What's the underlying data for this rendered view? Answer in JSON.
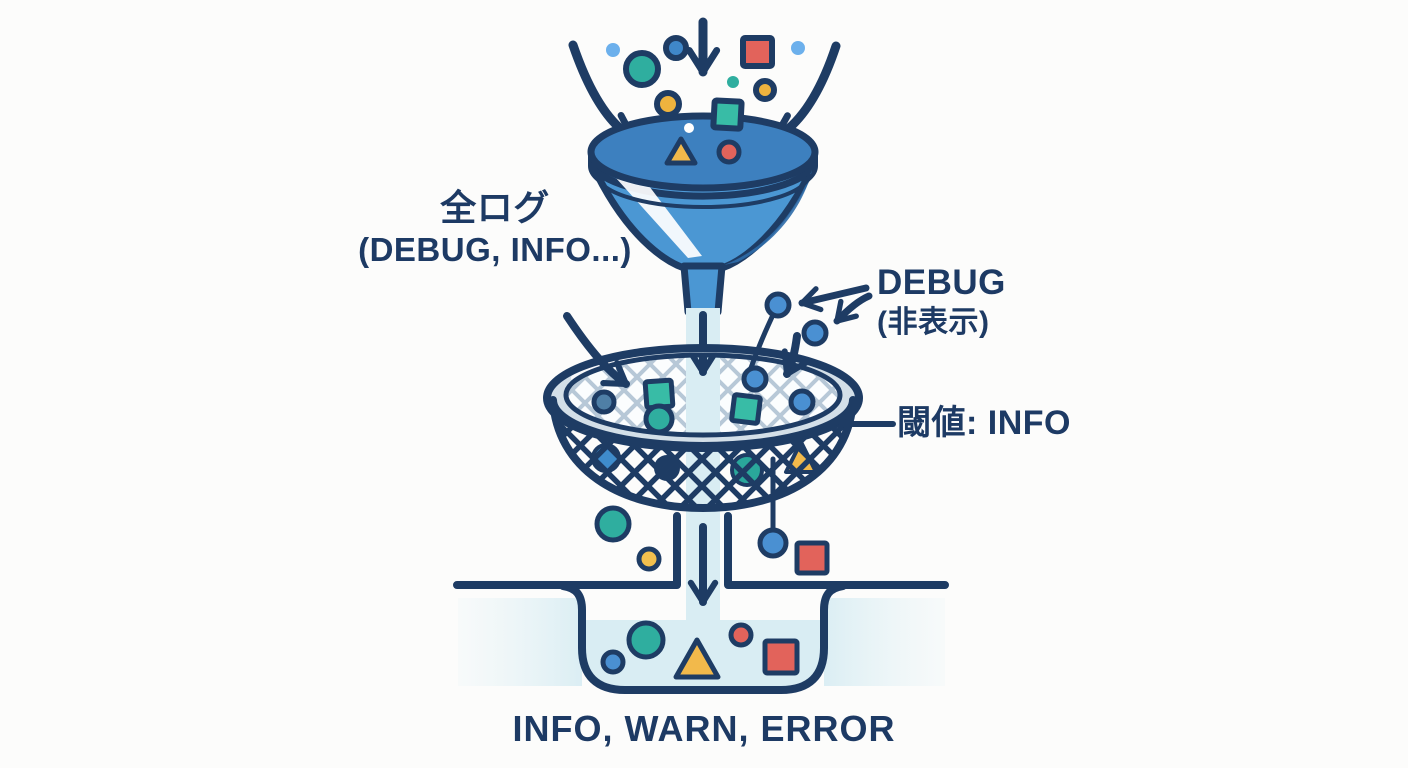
{
  "title": "Log level filtering funnel diagram",
  "labels": {
    "input": {
      "line1": "全ログ",
      "line2": "(DEBUG, INFO...)"
    },
    "debug": {
      "line1": "DEBUG",
      "line2": "(非表示)"
    },
    "threshold": "閾値: INFO",
    "output": "INFO, WARN, ERROR"
  },
  "palette": {
    "outline_navy": "#1e3c64",
    "text_navy": "#1d3a64",
    "funnel_blue": "#4b97d3",
    "funnel_blue_dark": "#2e6ca9",
    "funnel_top_blue": "#3d80bf",
    "stream_light_blue": "#d9edf3",
    "sieve_rim_silver": "#d3dfe8",
    "mesh_light": "#b7c8d7",
    "teal": "#2fae9f",
    "teal_square": "#38bca6",
    "yellow": "#f2b94b",
    "red": "#e2635b",
    "item_blue": "#4a90d2",
    "dot_light_blue": "#6cb0ec",
    "background": "#fcfcfb"
  },
  "diagram": {
    "funnel": "funnel collecting all log events",
    "sieve": "mesh sieve filtering at threshold INFO",
    "debug_items": "small blue DEBUG circles deflected and hidden",
    "container": "output basin collecting INFO, WARN and ERROR events",
    "shapes": [
      "teal-circle",
      "blue-circle",
      "yellow-circle",
      "red-circle",
      "red-square",
      "teal-square",
      "yellow-triangle",
      "light-blue-dot",
      "down-arrow",
      "curved-arrow",
      "mesh-pattern"
    ]
  }
}
